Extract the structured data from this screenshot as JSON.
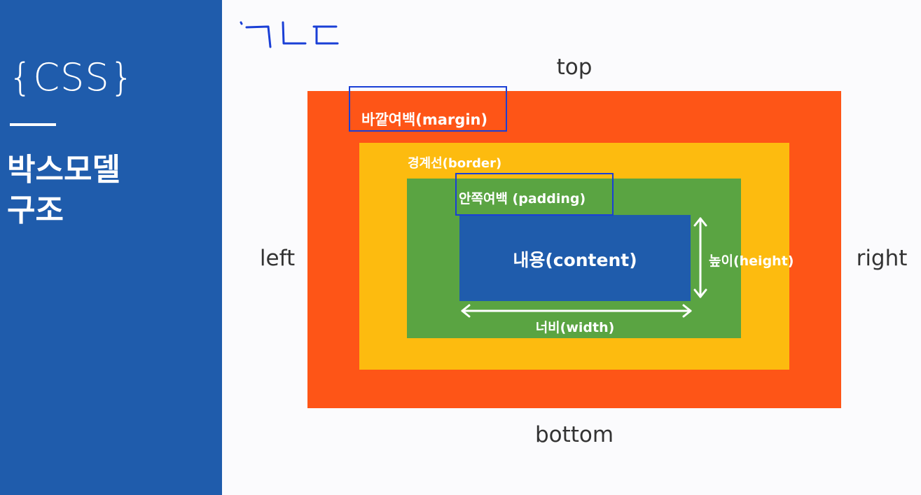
{
  "sidebar": {
    "title": "{CSS}",
    "heading": "박스모델\n구조"
  },
  "annotation": {
    "handwriting": "ㄱㄴㄷ",
    "ink_color": "#1a3fd6"
  },
  "diagram": {
    "sides": {
      "top": "top",
      "bottom": "bottom",
      "left": "left",
      "right": "right"
    },
    "layers": {
      "margin": "바깥여백(margin)",
      "border": "경계선(border)",
      "padding": "안쪽여백 (padding)",
      "content": "내용(content)"
    },
    "dimensions": {
      "height": "높이(height)",
      "width": "너비(width)"
    },
    "colors": {
      "margin": "#fe5517",
      "border": "#fdbb0f",
      "padding": "#5aa442",
      "content": "#1f5cac",
      "sidebar": "#1f5cac"
    }
  }
}
